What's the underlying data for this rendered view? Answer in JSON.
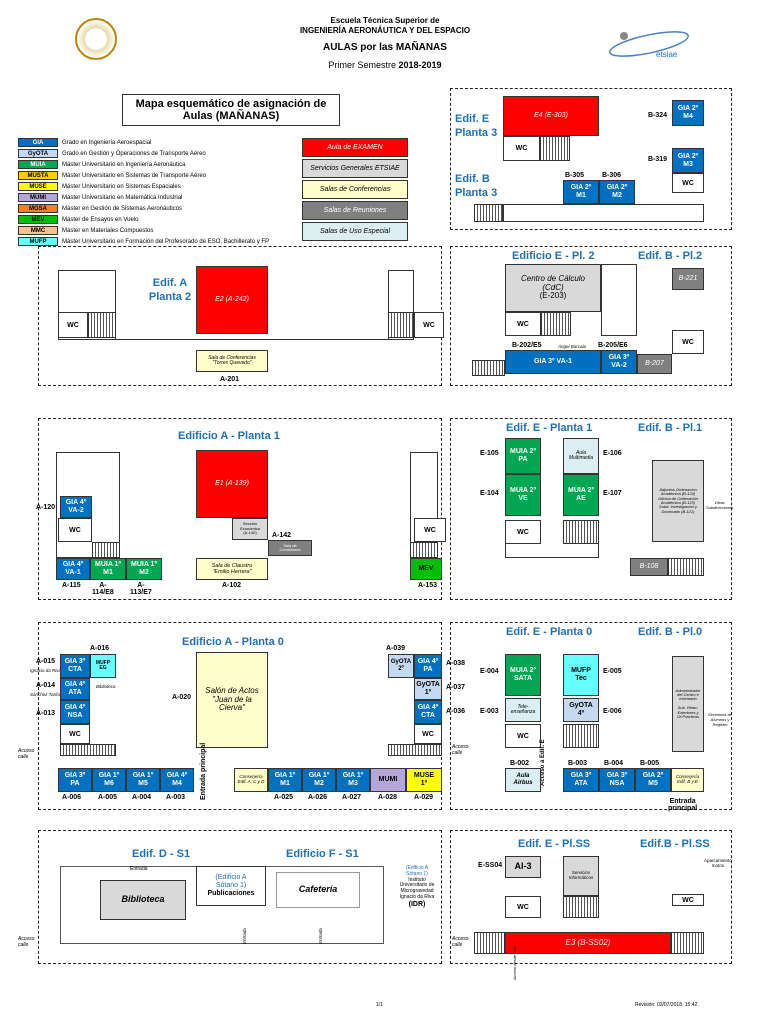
{
  "header": {
    "school": "Escuela Técnica Superior de",
    "school2": "INGENIERÍA AERONÁUTICA Y DEL ESPACIO",
    "aulas": "AULAS por las MAÑANAS",
    "semester": "Primer Semestre",
    "year": "2018-2019",
    "logo": "etsiae"
  },
  "map_title": "Mapa esquemático de asignación de Aulas (MAÑANAS)",
  "legend": [
    {
      "code": "GIA",
      "desc": "Grado en Ingeniería Aeroespacial",
      "cls": "gia"
    },
    {
      "code": "GyOTA",
      "desc": "Grado en Gestión y Operaciones de Transporte Aéreo",
      "cls": "gyota"
    },
    {
      "code": "MUIA",
      "desc": "Máster Universitario en Ingeniería Aeronáutica",
      "cls": "muia"
    },
    {
      "code": "MUSTA",
      "desc": "Máster Universitario en Sistemas de Transporte Aéreo",
      "cls": "musta"
    },
    {
      "code": "MUSE",
      "desc": "Máster Universitario en Sistemas Espaciales",
      "cls": "muse"
    },
    {
      "code": "MUMI",
      "desc": "Máster Universitario en Matemática Industrial",
      "cls": "mumi"
    },
    {
      "code": "MGSA",
      "desc": "Máster en Gestión de Sistemas Aeronáuticos",
      "cls": "mgsa"
    },
    {
      "code": "MEV",
      "desc": "Máster de Ensayos en Vuelo",
      "cls": "mev"
    },
    {
      "code": "MMC",
      "desc": "Máster en Materiales Compuestos",
      "cls": "mmc"
    },
    {
      "code": "MUFP",
      "desc": "Máster Universitario en Formación del Profesorado de ESO, Bachillerato y FP",
      "cls": "mufp"
    }
  ],
  "legend_types": [
    {
      "label": "Aula de EXAMEN",
      "cls": "exam"
    },
    {
      "label": "Servicios Generales ETSIAE",
      "cls": "svc"
    },
    {
      "label": "Salas de Conferencias",
      "cls": "conf"
    },
    {
      "label": "Salas de Reuniones",
      "cls": "reun"
    },
    {
      "label": "Salas de Uso Especial",
      "cls": "esp"
    }
  ],
  "sections": {
    "edifE3": "Edif. E Planta 3",
    "edifB3": "Edif. B Planta 3",
    "edifA2": "Edif. A Planta 2",
    "edifE2": "Edificio E - Pl. 2",
    "edifB2": "Edif. B - Pl.2",
    "edifA1": "Edificio A - Planta 1",
    "edifE1": "Edif. E - Planta 1",
    "edifB1": "Edif. B - Pl.1",
    "edifA0": "Edificio A - Planta 0",
    "edifE0": "Edif. E - Planta 0",
    "edifB0": "Edif. B - Pl.0",
    "edifD": "Edif. D - S1",
    "edifF": "Edificio F - S1",
    "edifESS": "Edif. E - Pl.SS",
    "edifBSS": "Edif.B - Pl.SS"
  },
  "footer": {
    "page": "1/1",
    "revision": "Revisión: 03/07/2018. 15:42"
  }
}
